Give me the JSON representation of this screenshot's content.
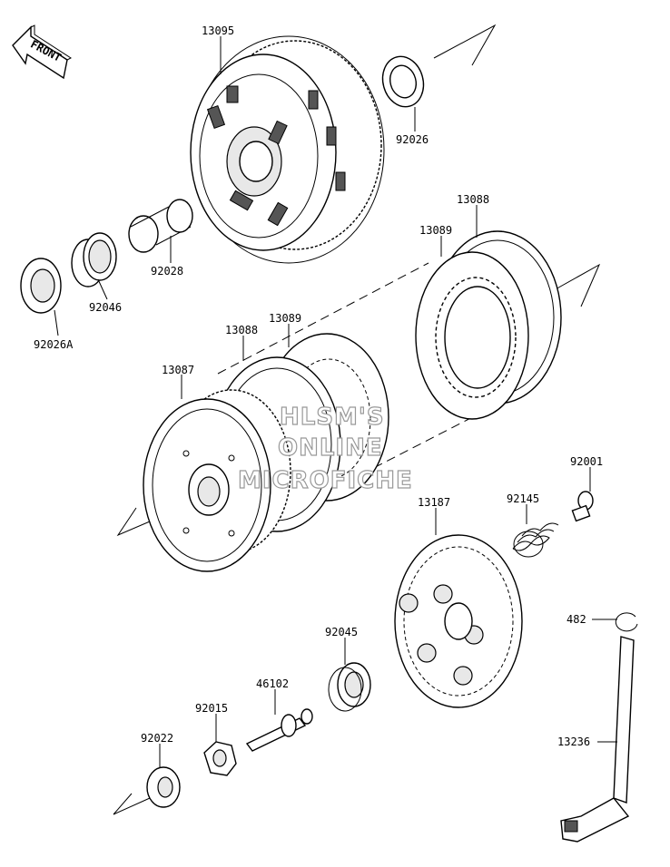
{
  "front_badge": "FRONT",
  "watermark": [
    "HLSM'S",
    "ONLINE",
    "MICROFICHE"
  ],
  "parts": [
    {
      "id": "13095"
    },
    {
      "id": "92026"
    },
    {
      "id": "92028"
    },
    {
      "id": "92046"
    },
    {
      "id": "92026A"
    },
    {
      "id": "13088"
    },
    {
      "id": "13089"
    },
    {
      "id": "13089"
    },
    {
      "id": "13088"
    },
    {
      "id": "13087"
    },
    {
      "id": "92001"
    },
    {
      "id": "92145"
    },
    {
      "id": "13187"
    },
    {
      "id": "482"
    },
    {
      "id": "92045"
    },
    {
      "id": "46102"
    },
    {
      "id": "92015"
    },
    {
      "id": "92022"
    },
    {
      "id": "13236"
    }
  ]
}
